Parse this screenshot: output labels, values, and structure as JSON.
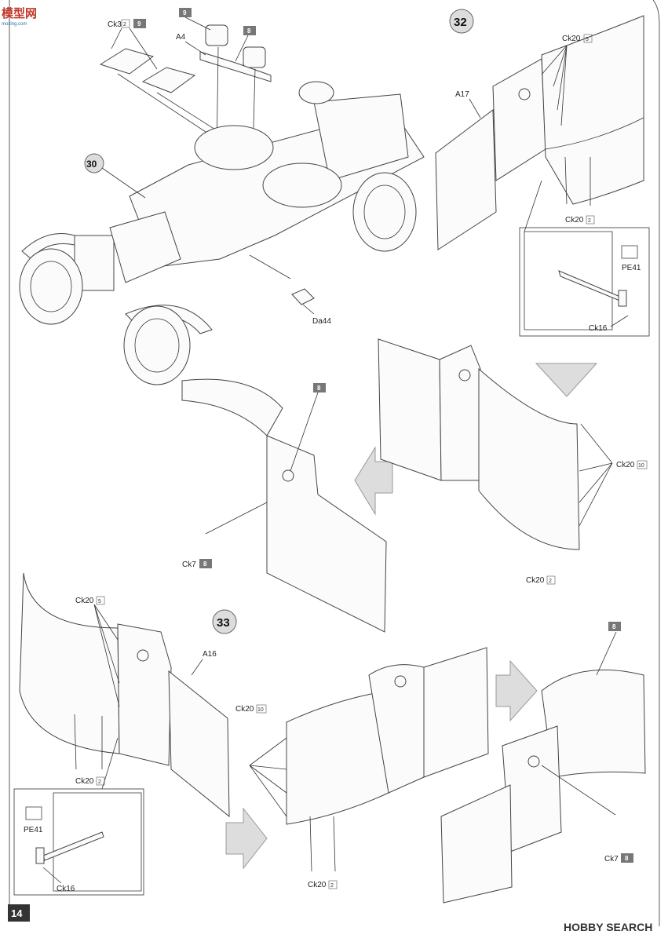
{
  "logo": {
    "text": "模型网",
    "sub": "moxing.com"
  },
  "page_number": "14",
  "watermark": "HOBBY SEARCH",
  "paint_code_8": "8",
  "paint_code_9": "9",
  "steps": {
    "s30": "30",
    "s32": "32",
    "s33": "33"
  },
  "labels": {
    "ck3": "Ck3",
    "ck3_qty": "2",
    "a4": "A4",
    "da44": "Da44",
    "a17": "A17",
    "a16": "A16",
    "ck20": "Ck20",
    "qty5": "5",
    "qty2": "2",
    "qty10": "10",
    "pe41": "PE41",
    "ck16": "Ck16",
    "ck7": "Ck7"
  }
}
